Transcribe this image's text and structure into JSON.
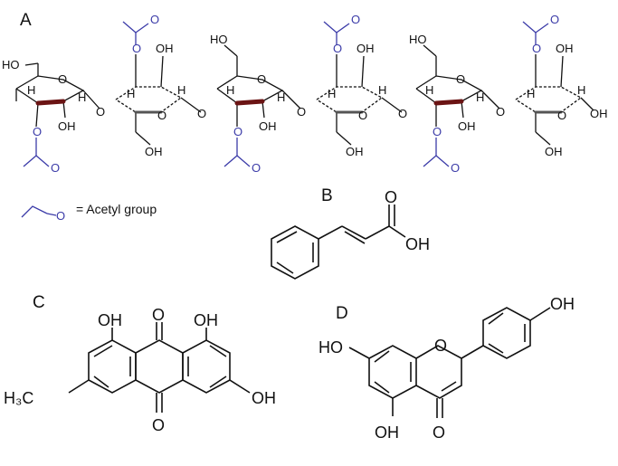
{
  "panels": {
    "A": {
      "label": "A",
      "legend_text": "= Acetyl group"
    },
    "B": {
      "label": "B"
    },
    "C": {
      "label": "C"
    },
    "D": {
      "label": "D"
    }
  },
  "atoms": {
    "OH": "OH",
    "HO": "HO",
    "O": "O",
    "H": "H",
    "H3C": "H₃C"
  },
  "colors": {
    "bond": "#111111",
    "acetyl": "#3b3ba8",
    "ring_front": "#6b1414"
  }
}
